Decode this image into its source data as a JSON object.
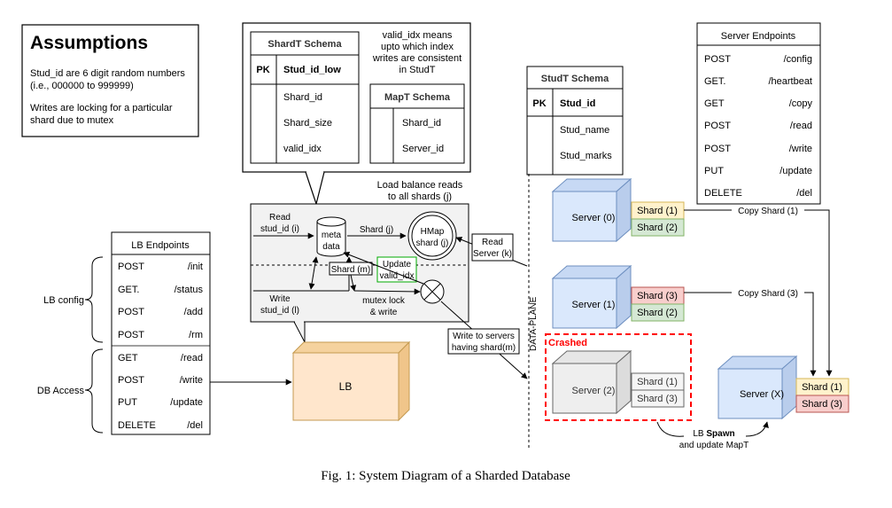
{
  "assumptions": {
    "title": "Assumptions",
    "line1": "Stud_id are 6 digit random numbers",
    "line2": "(i.e., 000000 to 999999)",
    "line3": "Writes are locking for a particular",
    "line4": "shard due to mutex"
  },
  "shardt_schema": {
    "title": "ShardT Schema",
    "pk": "PK",
    "key_field": "Stud_id_low",
    "fields": [
      "Shard_id",
      "Shard_size",
      "valid_idx"
    ]
  },
  "valid_idx_note": [
    "valid_idx means",
    "upto which index",
    "writes are consistent",
    "in StudT"
  ],
  "mapt_schema": {
    "title": "MapT Schema",
    "fields": [
      "Shard_id",
      "Server_id"
    ]
  },
  "studt_schema": {
    "title": "StudT Schema",
    "pk": "PK",
    "key_field": "Stud_id",
    "fields": [
      "Stud_name",
      "Stud_marks"
    ]
  },
  "server_endpoints": {
    "title": "Server Endpoints",
    "rows": [
      {
        "method": "POST",
        "path": "/config"
      },
      {
        "method": "GET.",
        "path": "/heartbeat"
      },
      {
        "method": "GET",
        "path": "/copy"
      },
      {
        "method": "POST",
        "path": "/read"
      },
      {
        "method": "POST",
        "path": "/write"
      },
      {
        "method": "PUT",
        "path": "/update"
      },
      {
        "method": "DELETE",
        "path": "/del"
      }
    ]
  },
  "lb_endpoints": {
    "title": "LB Endpoints",
    "rows": [
      {
        "method": "POST",
        "path": "/init"
      },
      {
        "method": "GET.",
        "path": "/status"
      },
      {
        "method": "POST",
        "path": "/add"
      },
      {
        "method": "POST",
        "path": "/rm"
      },
      {
        "method": "GET",
        "path": "/read"
      },
      {
        "method": "POST",
        "path": "/write"
      },
      {
        "method": "PUT",
        "path": "/update"
      },
      {
        "method": "DELETE",
        "path": "/del"
      }
    ],
    "group_config": "LB config",
    "group_db": "DB Access"
  },
  "lb": {
    "label": "LB",
    "load_balance_note": [
      "Load balance reads",
      "to all shards (j)"
    ],
    "read_in": [
      "Read",
      "stud_id (i)"
    ],
    "write_in": [
      "Write",
      "stud_id (l)"
    ],
    "metadata": [
      "meta",
      "data"
    ],
    "shard_j": "Shard (j)",
    "shard_m": "Shard (m)",
    "hmap": [
      "HMap",
      "shard (j)"
    ],
    "read_server": [
      "Read",
      "Server (k)"
    ],
    "update_valid": [
      "Update",
      "valid_idx"
    ],
    "mutex": [
      "mutex lock",
      "& write"
    ],
    "write_servers": [
      "Write to servers",
      "having shard(m)"
    ]
  },
  "data_plane": "DATA-PLANE",
  "servers": [
    {
      "name": "Server (0)",
      "shards": [
        "Shard (1)",
        "Shard (2)"
      ]
    },
    {
      "name": "Server (1)",
      "shards": [
        "Shard (3)",
        "Shard (2)"
      ]
    },
    {
      "name": "Server (2)",
      "shards": [
        "Shard (1)",
        "Shard (3)"
      ]
    },
    {
      "name": "Server (X)",
      "shards": [
        "Shard (1)",
        "Shard (3)"
      ]
    }
  ],
  "crashed_label": "Crashed",
  "copy_labels": [
    "Copy Shard (1)",
    "Copy Shard (3)"
  ],
  "spawn": {
    "prefix": "LB ",
    "bold": "Spawn",
    "line2": "and update MapT"
  },
  "caption": "Fig. 1: System Diagram of a Sharded Database",
  "colors": {
    "shard1": "#fff2cc",
    "shard2": "#d5e8d4",
    "shard3": "#f8cecc",
    "server_blue": "#dae8fc",
    "server_gray": "#f5f5f5",
    "lb_fill": "#ffe6cc",
    "crashed": "#ff0000",
    "update_border": "#00aa00"
  }
}
